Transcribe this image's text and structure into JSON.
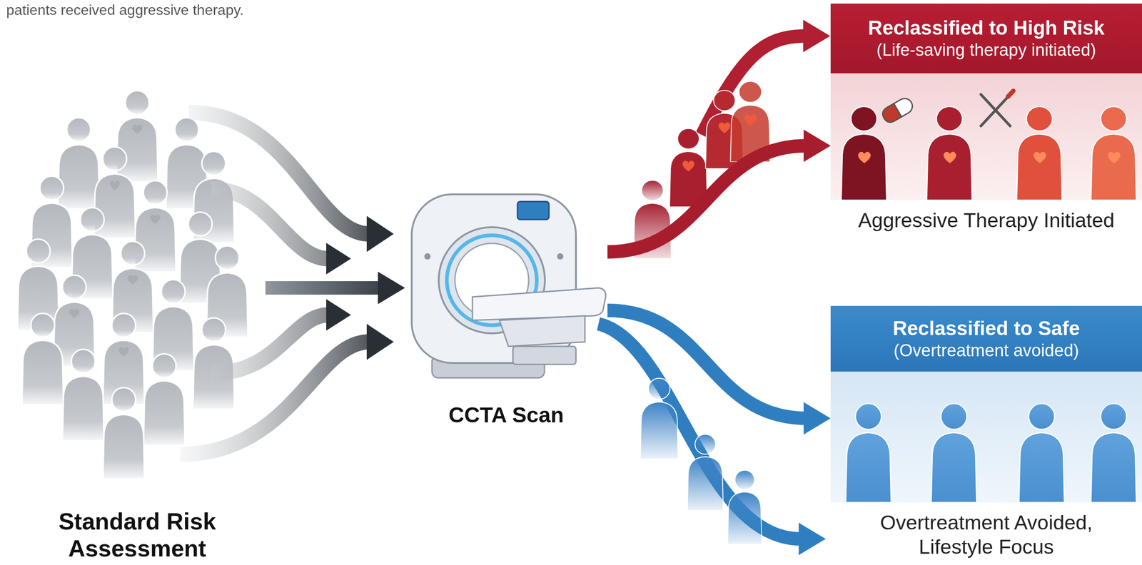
{
  "diagram": {
    "nodes": [
      {
        "text": [
          "Standard Risk Assessment"
        ]
      },
      {
        "text": [
          "CCTA Scan"
        ]
      },
      {
        "text": [
          "Reclassified to High Risk",
          "(Life-saving therapy initiated)",
          "Aggressive Therapy Initiated"
        ]
      },
      {
        "text": [
          "Reclassified to Safe",
          "(Overtreatment avoided)",
          "Overtreatment Avoided, Lifestyle Focus"
        ]
      }
    ],
    "edges": [
      {
        "from": 0,
        "to": 1,
        "arrow": "to"
      },
      {
        "from": 1,
        "to": 2,
        "arrow": "to"
      },
      {
        "from": 1,
        "to": 3,
        "arrow": "to"
      }
    ],
    "labels": [
      "patients received aggressive therapy."
    ]
  }
}
